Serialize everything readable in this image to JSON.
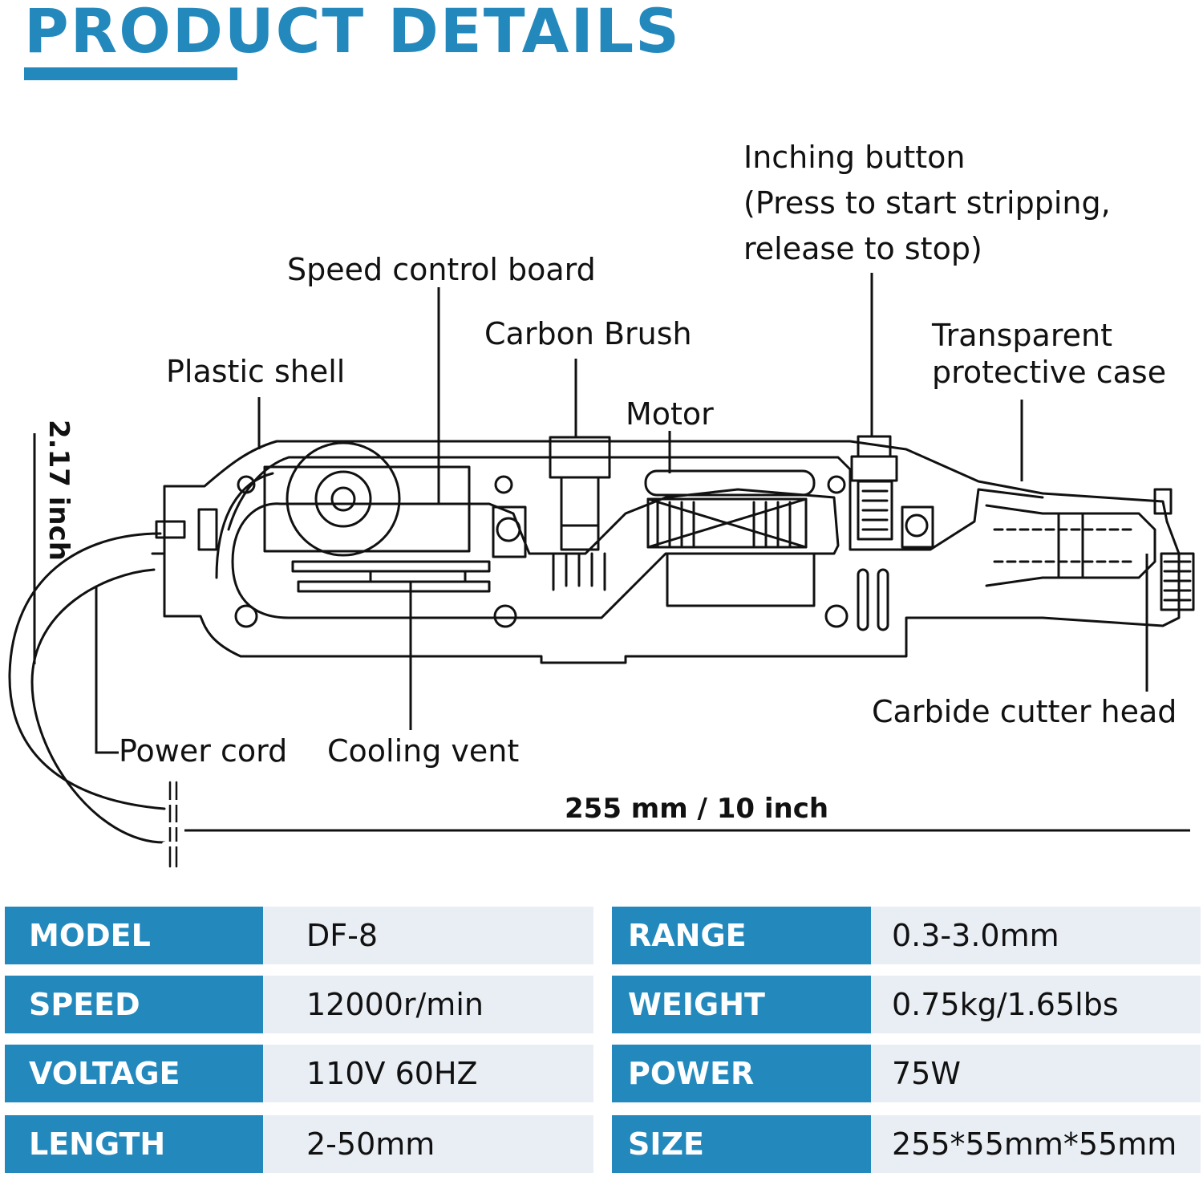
{
  "header": {
    "title": "PRODUCT DETAILS"
  },
  "diagram": {
    "labels": {
      "inching_button": "Inching button\n(Press to start stripping,\nrelease to stop)",
      "speed_control_board": "Speed control board",
      "carbon_brush": "Carbon Brush",
      "plastic_shell": "Plastic shell",
      "motor": "Motor",
      "transparent_case": "Transparent\nprotective case",
      "carbide_cutter_head": "Carbide cutter head",
      "power_cord": "Power cord",
      "cooling_vent": "Cooling vent"
    },
    "dimensions": {
      "length": "255 mm  /  10 inch",
      "height": "2.17 inch"
    }
  },
  "specs": {
    "left": [
      {
        "key": "MODEL",
        "value": "DF-8"
      },
      {
        "key": "SPEED",
        "value": "12000r/min"
      },
      {
        "key": "VOLTAGE",
        "value": "110V 60HZ"
      },
      {
        "key": "LENGTH",
        "value": "2-50mm"
      }
    ],
    "right": [
      {
        "key": "RANGE",
        "value": "0.3-3.0mm"
      },
      {
        "key": "WEIGHT",
        "value": "0.75kg/1.65lbs"
      },
      {
        "key": "POWER",
        "value": "75W"
      },
      {
        "key": "SIZE",
        "value": "255*55mm*55mm"
      }
    ]
  },
  "colors": {
    "accent": "#2389bd",
    "value_bg": "#e9eef5"
  }
}
